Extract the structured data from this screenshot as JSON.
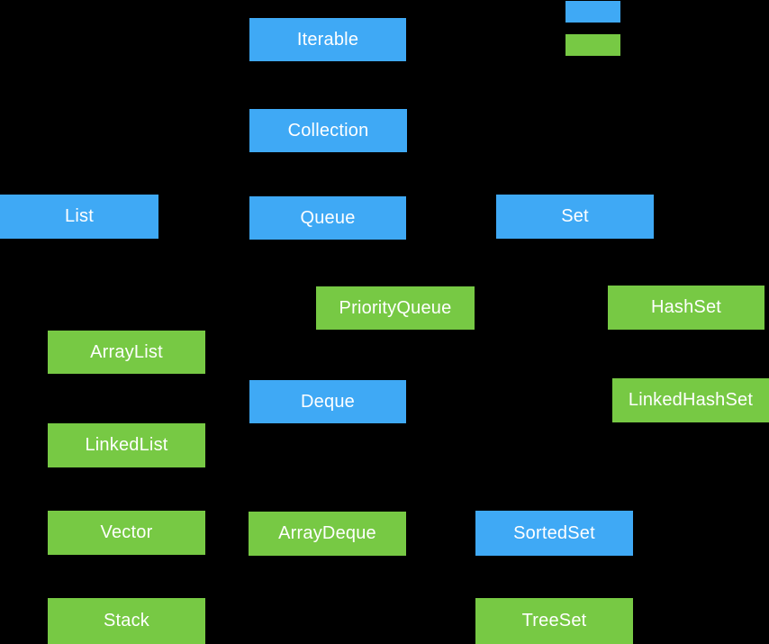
{
  "diagram": {
    "subject": "Java collections type hierarchy",
    "background_color": "#000000",
    "text_color": "#FFFFFF",
    "node_colors": {
      "interface": "#3FA9F5",
      "class": "#77C944"
    },
    "legend": {
      "swatches": [
        {
          "name": "interface-swatch",
          "color": "#3FA9F5"
        },
        {
          "name": "class-swatch",
          "color": "#77C944"
        }
      ]
    },
    "nodes": {
      "iterable": {
        "label": "Iterable",
        "kind": "interface"
      },
      "collection": {
        "label": "Collection",
        "kind": "interface"
      },
      "list": {
        "label": "List",
        "kind": "interface"
      },
      "queue": {
        "label": "Queue",
        "kind": "interface"
      },
      "set": {
        "label": "Set",
        "kind": "interface"
      },
      "priorityqueue": {
        "label": "PriorityQueue",
        "kind": "class"
      },
      "hashset": {
        "label": "HashSet",
        "kind": "class"
      },
      "arraylist": {
        "label": "ArrayList",
        "kind": "class"
      },
      "deque": {
        "label": "Deque",
        "kind": "interface"
      },
      "linkedhashset": {
        "label": "LinkedHashSet",
        "kind": "class"
      },
      "linkedlist": {
        "label": "LinkedList",
        "kind": "class"
      },
      "vector": {
        "label": "Vector",
        "kind": "class"
      },
      "arraydeque": {
        "label": "ArrayDeque",
        "kind": "class"
      },
      "sortedset": {
        "label": "SortedSet",
        "kind": "interface"
      },
      "stack": {
        "label": "Stack",
        "kind": "class"
      },
      "treeset": {
        "label": "TreeSet",
        "kind": "class"
      }
    }
  }
}
